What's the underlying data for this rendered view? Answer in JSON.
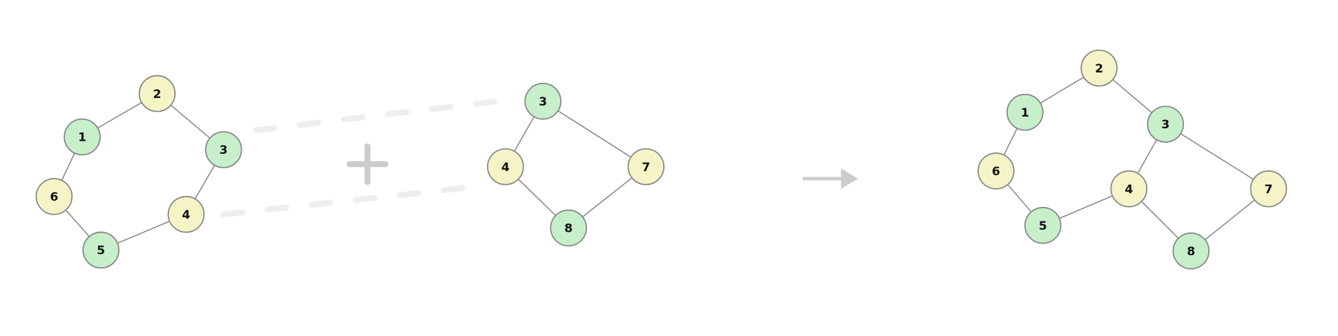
{
  "colors": {
    "green": "#c6efca",
    "yellow": "#f4f4c6",
    "edge": "#8a8a8a",
    "operator": "#cccccc"
  },
  "graphs": [
    {
      "name": "left-graph",
      "nodes": [
        {
          "id": "1",
          "color": "green"
        },
        {
          "id": "2",
          "color": "yellow"
        },
        {
          "id": "3",
          "color": "green"
        },
        {
          "id": "4",
          "color": "yellow"
        },
        {
          "id": "5",
          "color": "green"
        },
        {
          "id": "6",
          "color": "yellow"
        }
      ],
      "edges": [
        [
          "1",
          "2"
        ],
        [
          "2",
          "3"
        ],
        [
          "3",
          "4"
        ],
        [
          "4",
          "5"
        ],
        [
          "5",
          "6"
        ],
        [
          "6",
          "1"
        ]
      ]
    },
    {
      "name": "middle-graph",
      "nodes": [
        {
          "id": "3",
          "color": "green"
        },
        {
          "id": "4",
          "color": "yellow"
        },
        {
          "id": "7",
          "color": "yellow"
        },
        {
          "id": "8",
          "color": "green"
        }
      ],
      "edges": [
        [
          "3",
          "4"
        ],
        [
          "3",
          "7"
        ],
        [
          "4",
          "8"
        ],
        [
          "8",
          "7"
        ]
      ]
    },
    {
      "name": "result-graph",
      "nodes": [
        {
          "id": "1",
          "color": "green"
        },
        {
          "id": "2",
          "color": "yellow"
        },
        {
          "id": "3",
          "color": "green"
        },
        {
          "id": "4",
          "color": "yellow"
        },
        {
          "id": "5",
          "color": "green"
        },
        {
          "id": "6",
          "color": "yellow"
        },
        {
          "id": "7",
          "color": "yellow"
        },
        {
          "id": "8",
          "color": "green"
        }
      ],
      "edges": [
        [
          "1",
          "2"
        ],
        [
          "2",
          "3"
        ],
        [
          "1",
          "6"
        ],
        [
          "6",
          "5"
        ],
        [
          "5",
          "4"
        ],
        [
          "4",
          "3"
        ],
        [
          "3",
          "7"
        ],
        [
          "4",
          "8"
        ],
        [
          "8",
          "7"
        ]
      ]
    }
  ],
  "correspondences": [
    [
      "3",
      "3"
    ],
    [
      "4",
      "4"
    ]
  ],
  "operators": {
    "plus": "plus-icon",
    "arrow": "arrow-right-icon"
  }
}
